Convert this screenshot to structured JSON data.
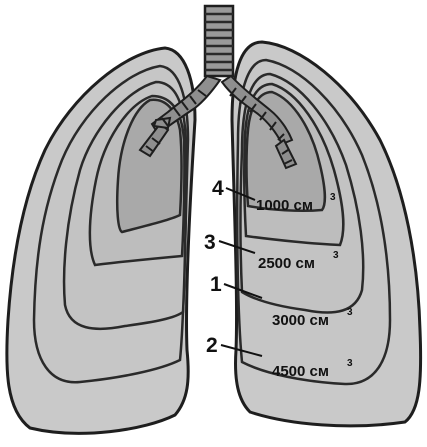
{
  "colors": {
    "lung_fill": "#c9c9c9",
    "lung_outline": "#222222",
    "inner_zone": "#a9a9a9",
    "bronchi": "#8f8f8f",
    "background": "#ffffff"
  },
  "labels": [
    {
      "number": "4",
      "volume": "1000 см",
      "unit_power": "3"
    },
    {
      "number": "3",
      "volume": "2500 см",
      "unit_power": "3"
    },
    {
      "number": "1",
      "volume": "3000 см",
      "unit_power": "3"
    },
    {
      "number": "2",
      "volume": "4500 см",
      "unit_power": "3"
    }
  ]
}
